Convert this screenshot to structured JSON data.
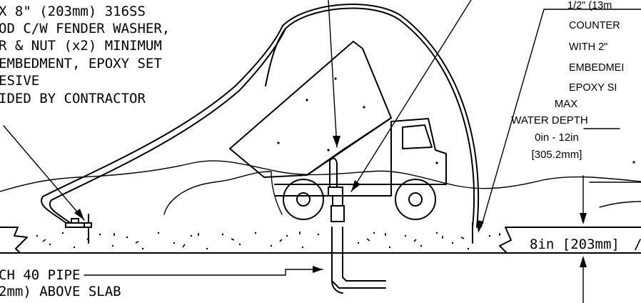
{
  "callouts": {
    "anchor_note": [
      "X 8\" (203mm) 316SS",
      "OD C/W FENDER WASHER,",
      "R & NUT (x2) MINIMUM",
      "EMBEDMENT, EPOXY SET",
      "ESIVE",
      "IDED BY CONTRACTOR"
    ],
    "counter_note": [
      "1/2\" (13m",
      "COUNTER",
      "WITH 2\"",
      "EMBEDMEI",
      "EPOXY SI"
    ],
    "pipe_note": [
      "CH 40 PIPE",
      "2mm) ABOVE SLAB"
    ]
  },
  "water_depth": {
    "line1": "MAX",
    "line2": "WATER DEPTH",
    "line3": "0in - 12in",
    "line4": "[305.2mm]"
  },
  "slab_dimension": "8in [203mm]",
  "icons": [
    "dump-truck-icon",
    "concrete-slab-hatch",
    "leader-arrow",
    "dimension-arrow"
  ]
}
